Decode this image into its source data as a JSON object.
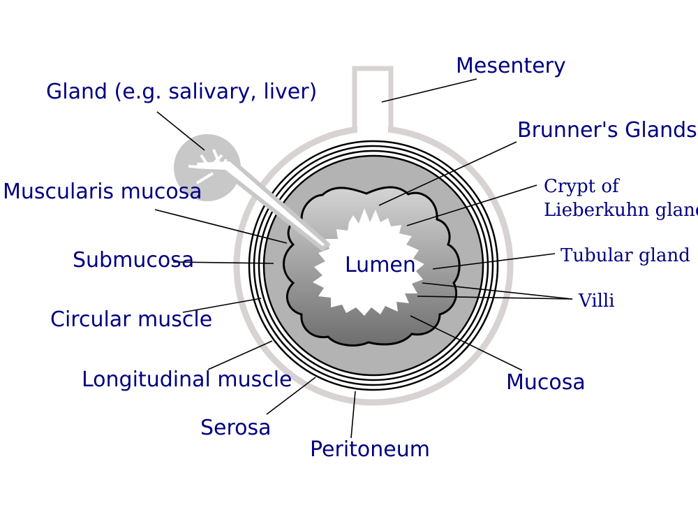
{
  "labels": {
    "gland": "Gland (e.g. salivary, liver)",
    "mesentery": "Mesentery",
    "brunners": "Brunner's Glands",
    "crypt_line1": "Crypt of",
    "crypt_line2": "Lieberkuhn gland",
    "muscularis_mucosa": "Muscularis mucosa",
    "submucosa": "Submucosa",
    "tubular_gland": "Tubular gland",
    "lumen": "Lumen",
    "villi": "Villi",
    "circular_muscle": "Circular muscle",
    "longitudinal_muscle": "Longitudinal muscle",
    "mucosa": "Mucosa",
    "serosa": "Serosa",
    "peritoneum": "Peritoneum"
  },
  "colors": {
    "label": "#000080",
    "peritoneum": "#d8d2d2",
    "submucosa": "#b3b3b3",
    "mucosa_top": "#d4d4d4",
    "mucosa_bottom": "#6e6e6e",
    "gland": "#c8c8c8"
  }
}
